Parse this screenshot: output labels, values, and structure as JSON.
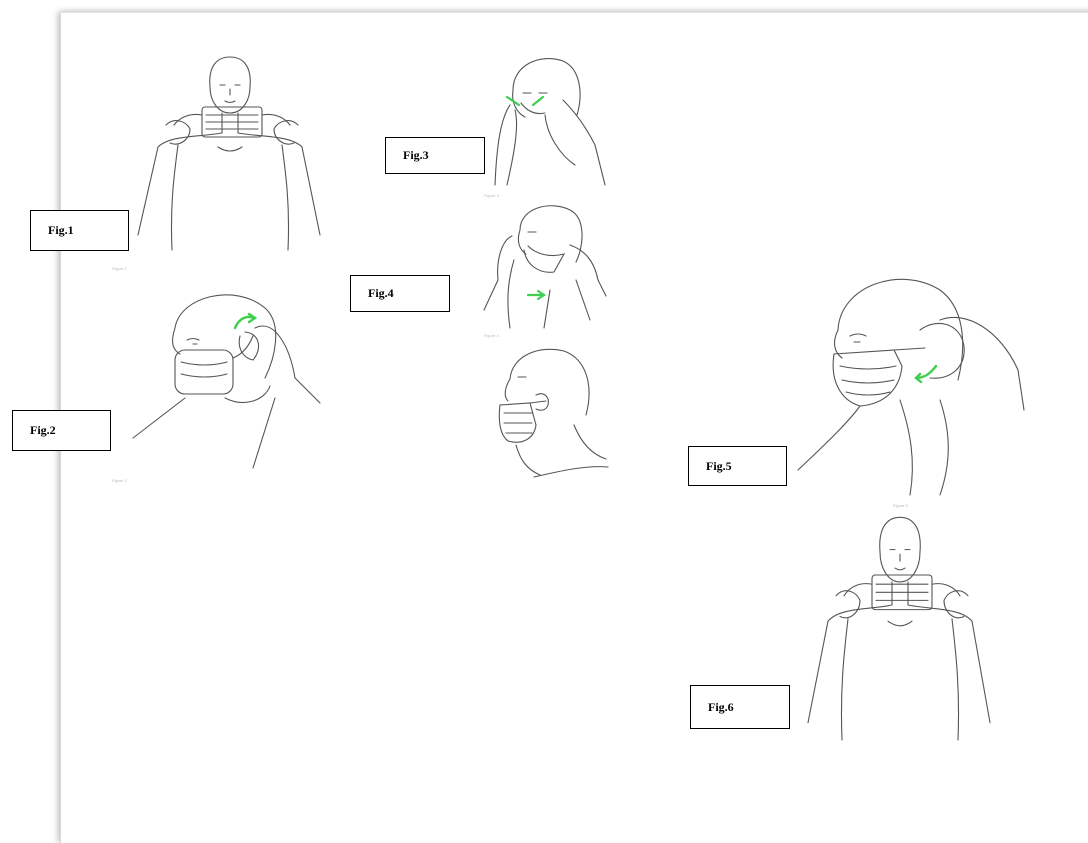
{
  "labels": {
    "fig1": "Fig.1",
    "fig2": "Fig.2",
    "fig3": "Fig.3",
    "fig4": "Fig.4",
    "fig5": "Fig.5",
    "fig6": "Fig.6"
  },
  "colors": {
    "line": "#555555",
    "accent": "#3fcf4f",
    "shadow": "#cccccc"
  },
  "icons": {
    "fig1": "person-holding-mask-icon",
    "fig2": "person-fitting-ear-loop-icon",
    "fig3": "person-pinching-nose-clip-icon",
    "fig4": "person-pulling-mask-under-chin-icon",
    "fig5": "person-adjusting-ear-loop-icon",
    "fig6": "person-holding-mask-icon"
  }
}
